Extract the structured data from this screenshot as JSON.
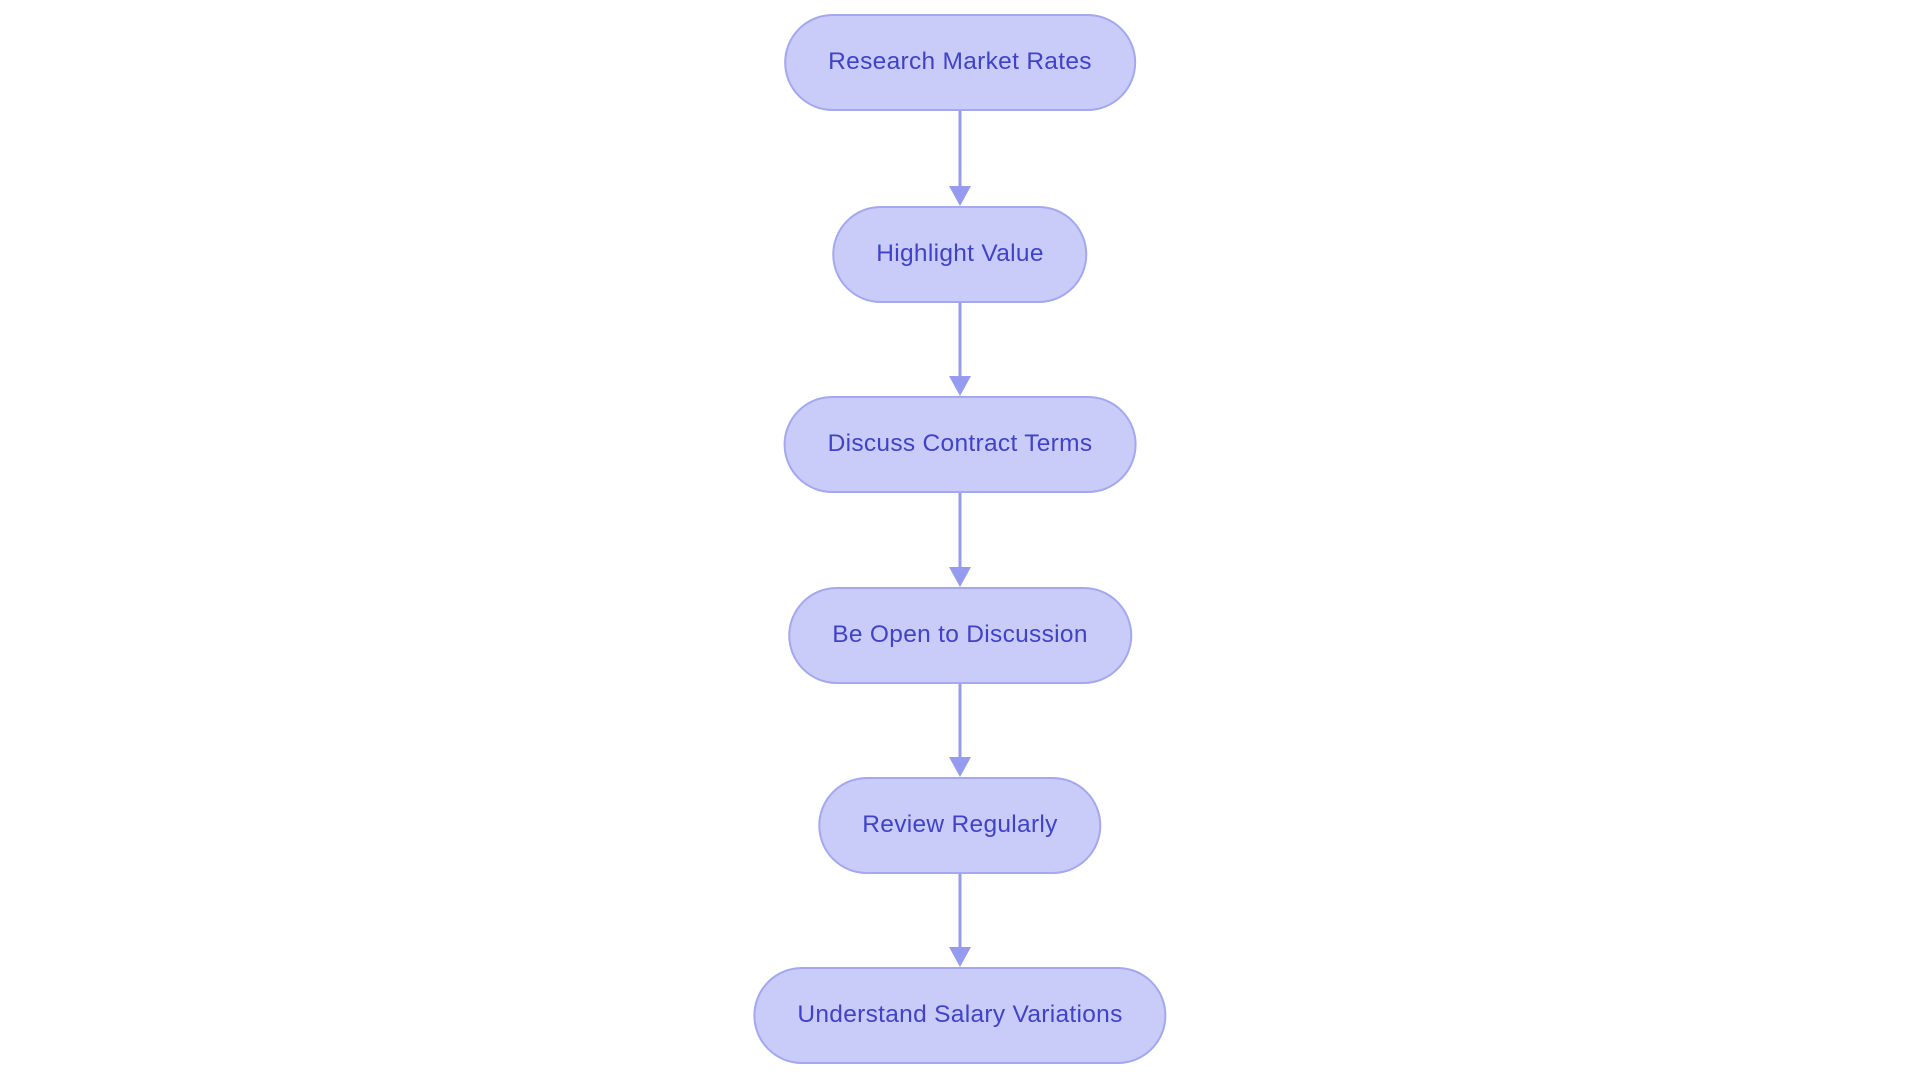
{
  "diagram": {
    "type": "flowchart",
    "direction": "top-down",
    "nodes": [
      {
        "id": "research-market-rates",
        "label": "Research Market Rates"
      },
      {
        "id": "highlight-value",
        "label": "Highlight Value"
      },
      {
        "id": "discuss-contract-terms",
        "label": "Discuss Contract Terms"
      },
      {
        "id": "be-open-to-discussion",
        "label": "Be Open to Discussion"
      },
      {
        "id": "review-regularly",
        "label": "Review Regularly"
      },
      {
        "id": "understand-salary-variations",
        "label": "Understand Salary Variations"
      }
    ],
    "edges": [
      {
        "from": 0,
        "to": 1
      },
      {
        "from": 1,
        "to": 2
      },
      {
        "from": 2,
        "to": 3
      },
      {
        "from": 3,
        "to": 4
      },
      {
        "from": 4,
        "to": 5
      }
    ],
    "colors": {
      "background": "#ffffff",
      "node_fill": "#c9cbf9",
      "node_border": "#a3a8f0",
      "node_text": "#4043c9",
      "arrow": "#959bef"
    }
  }
}
